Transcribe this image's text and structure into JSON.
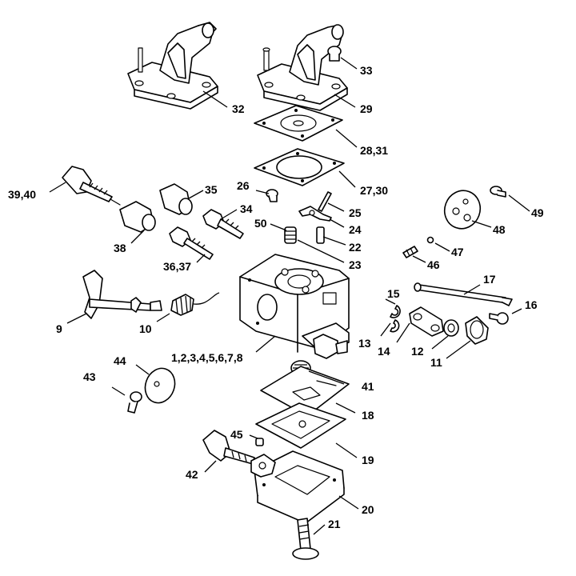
{
  "diagram": {
    "callouts": [
      {
        "id": "c32",
        "label": "32"
      },
      {
        "id": "c33",
        "label": "33"
      },
      {
        "id": "c29",
        "label": "29"
      },
      {
        "id": "c28_31",
        "label": "28,31"
      },
      {
        "id": "c27_30",
        "label": "27,30"
      },
      {
        "id": "c26",
        "label": "26"
      },
      {
        "id": "c25",
        "label": "25"
      },
      {
        "id": "c24",
        "label": "24"
      },
      {
        "id": "c22",
        "label": "22"
      },
      {
        "id": "c23",
        "label": "23"
      },
      {
        "id": "c50",
        "label": "50"
      },
      {
        "id": "c39_40",
        "label": "39,40"
      },
      {
        "id": "c35",
        "label": "35"
      },
      {
        "id": "c34",
        "label": "34"
      },
      {
        "id": "c38",
        "label": "38"
      },
      {
        "id": "c36_37",
        "label": "36,37"
      },
      {
        "id": "c49",
        "label": "49"
      },
      {
        "id": "c48",
        "label": "48"
      },
      {
        "id": "c47",
        "label": "47"
      },
      {
        "id": "c46",
        "label": "46"
      },
      {
        "id": "c17",
        "label": "17"
      },
      {
        "id": "c16",
        "label": "16"
      },
      {
        "id": "c15",
        "label": "15"
      },
      {
        "id": "c13",
        "label": "13"
      },
      {
        "id": "c14",
        "label": "14"
      },
      {
        "id": "c12",
        "label": "12"
      },
      {
        "id": "c11",
        "label": "11"
      },
      {
        "id": "c9",
        "label": "9"
      },
      {
        "id": "c10",
        "label": "10"
      },
      {
        "id": "c1_8",
        "label": "1,2,3,4,5,6,7,8"
      },
      {
        "id": "c41",
        "label": "41"
      },
      {
        "id": "c44",
        "label": "44"
      },
      {
        "id": "c43",
        "label": "43"
      },
      {
        "id": "c18",
        "label": "18"
      },
      {
        "id": "c45",
        "label": "45"
      },
      {
        "id": "c19",
        "label": "19"
      },
      {
        "id": "c42",
        "label": "42"
      },
      {
        "id": "c20",
        "label": "20"
      },
      {
        "id": "c21",
        "label": "21"
      }
    ]
  }
}
